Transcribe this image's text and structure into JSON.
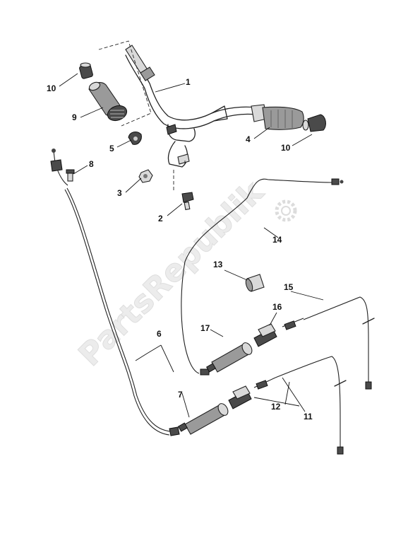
{
  "watermark": "PartsRepublik",
  "callouts": [
    {
      "id": "1",
      "label": "1"
    },
    {
      "id": "2",
      "label": "2"
    },
    {
      "id": "3",
      "label": "3"
    },
    {
      "id": "4",
      "label": "4"
    },
    {
      "id": "5",
      "label": "5"
    },
    {
      "id": "6",
      "label": "6"
    },
    {
      "id": "7",
      "label": "7"
    },
    {
      "id": "8",
      "label": "8"
    },
    {
      "id": "9",
      "label": "9"
    },
    {
      "id": "10a",
      "label": "10"
    },
    {
      "id": "10b",
      "label": "10"
    },
    {
      "id": "11",
      "label": "11"
    },
    {
      "id": "12",
      "label": "12"
    },
    {
      "id": "13",
      "label": "13"
    },
    {
      "id": "14",
      "label": "14"
    },
    {
      "id": "15",
      "label": "15"
    },
    {
      "id": "16",
      "label": "16"
    },
    {
      "id": "17",
      "label": "17"
    }
  ]
}
